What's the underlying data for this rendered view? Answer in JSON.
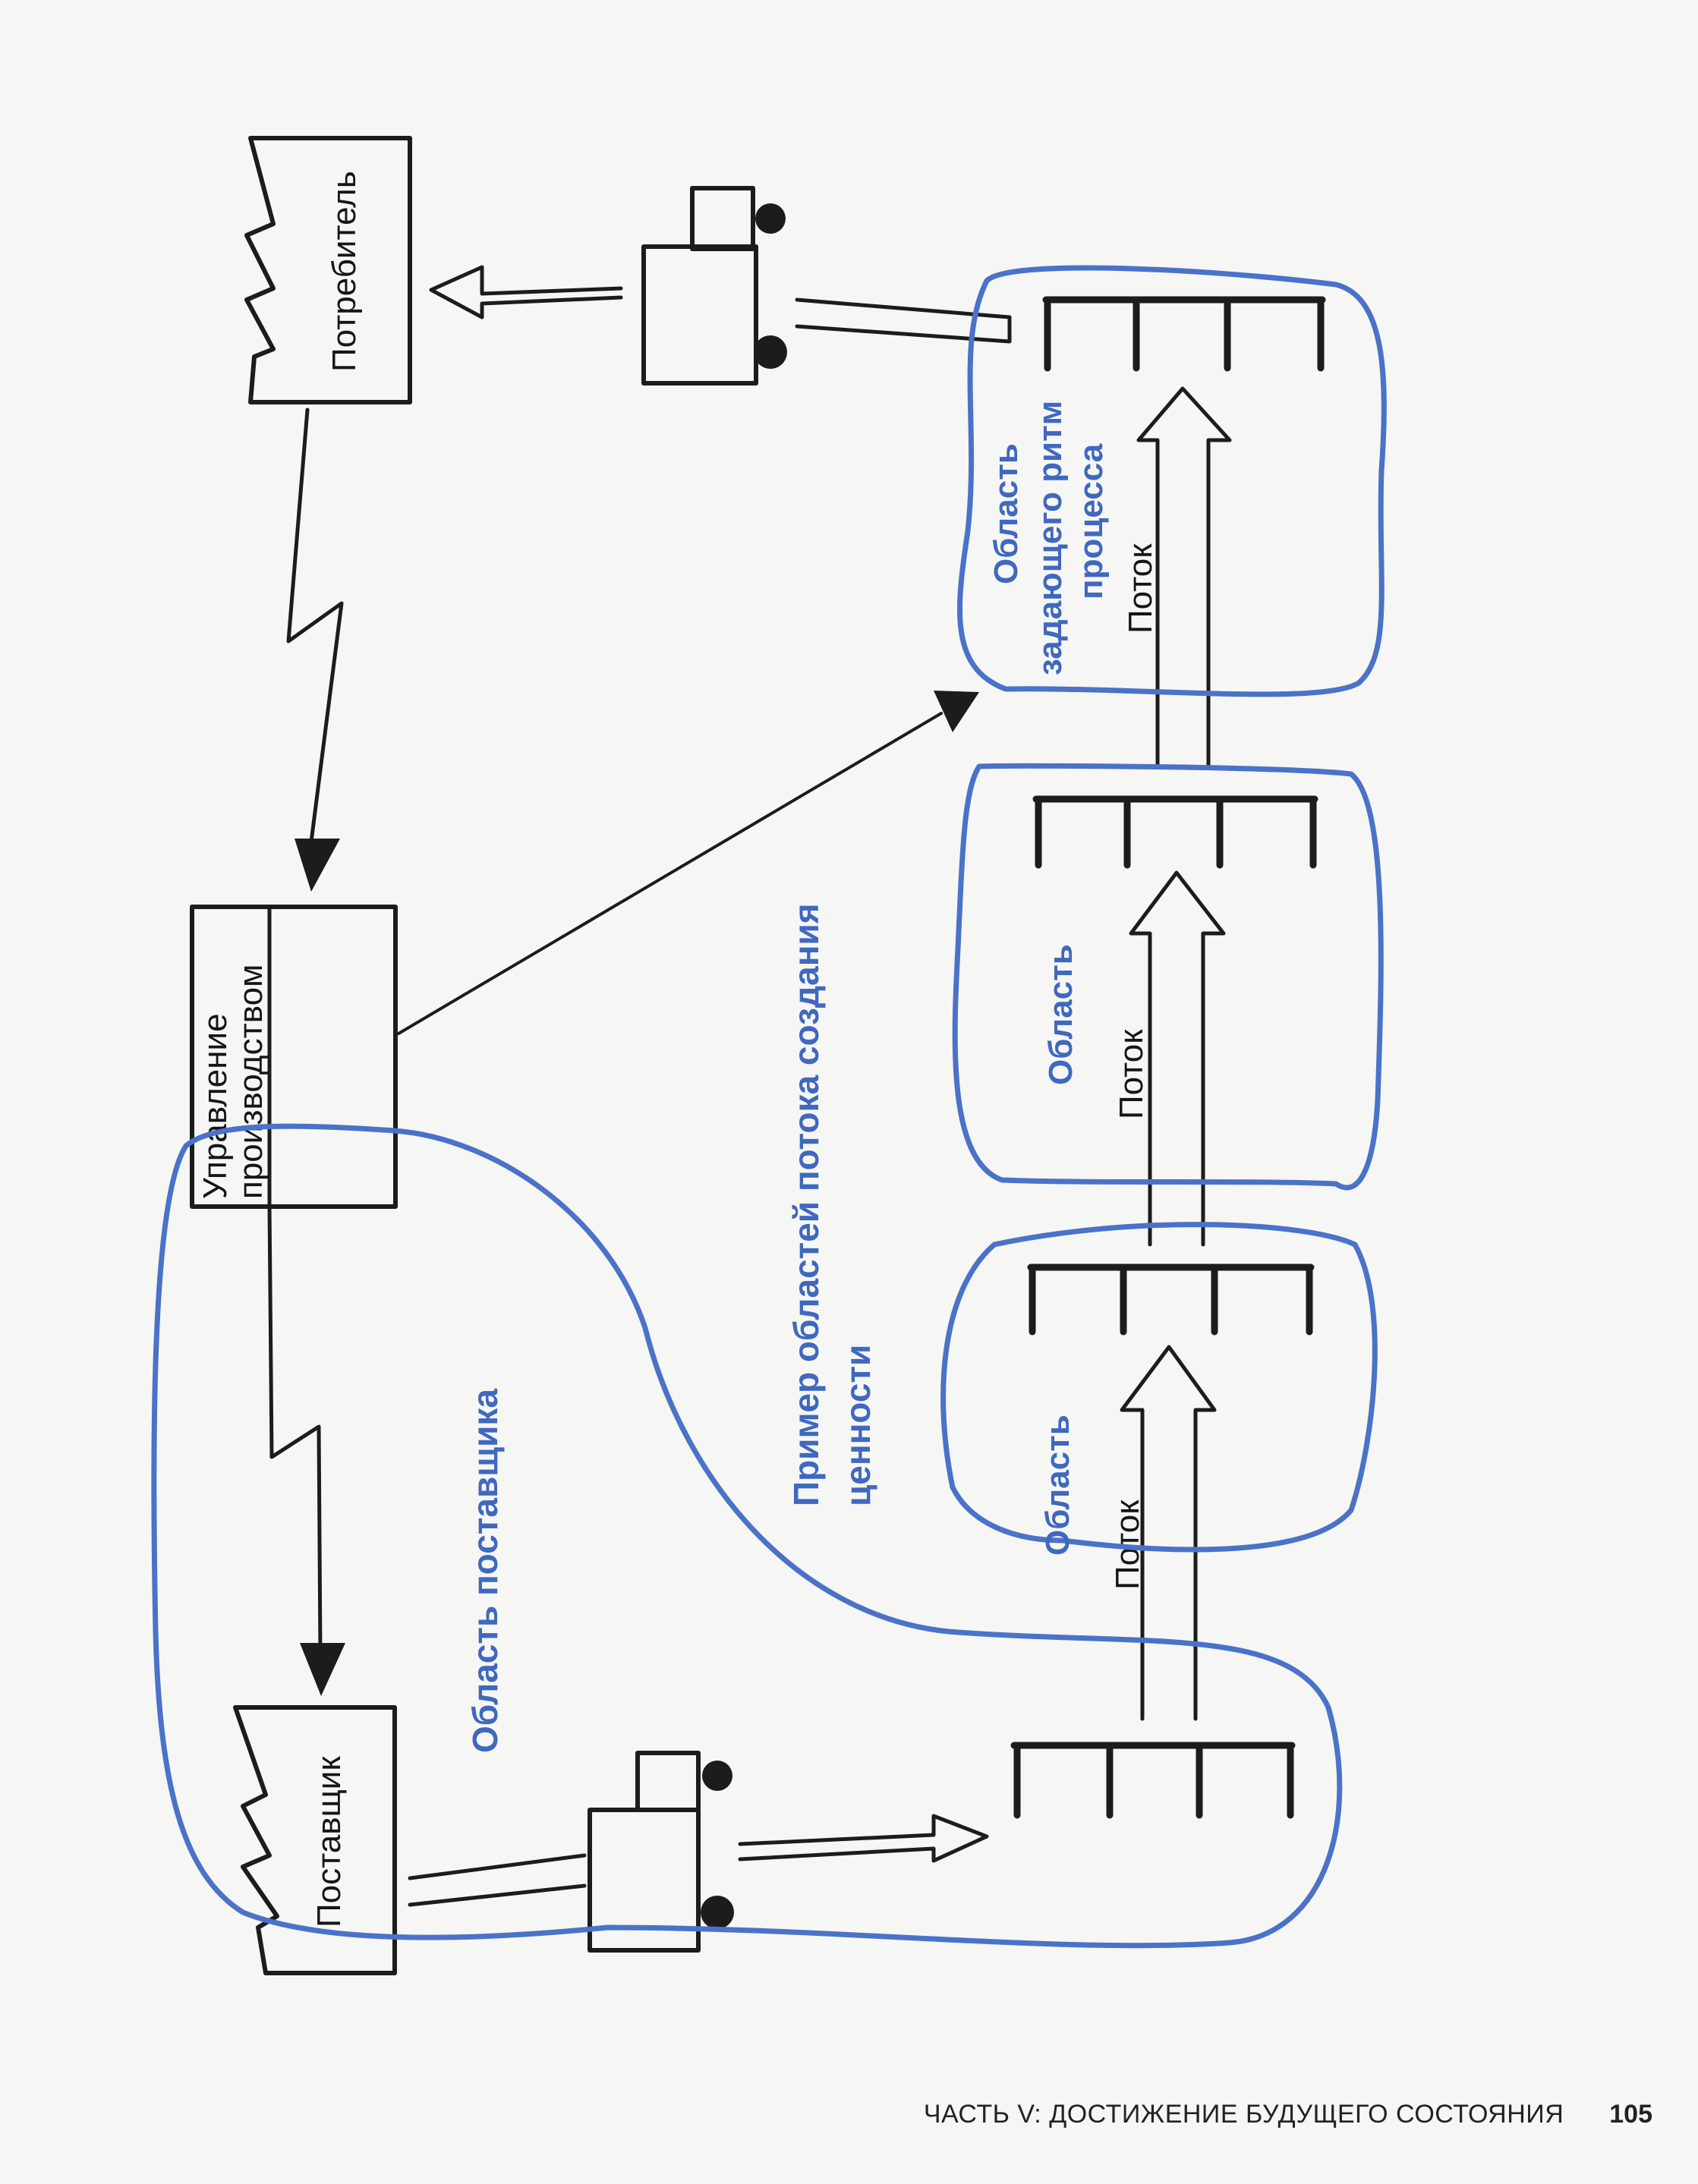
{
  "diagram": {
    "nodes": {
      "customer": "Потребитель",
      "production_control": {
        "line1": "Управление",
        "line2": "производством"
      },
      "supplier": "Поставщик"
    },
    "flow_label": "Поток",
    "areas": {
      "pacemaker": {
        "line1": "Область",
        "line2": "задающего ритм",
        "line3": "процесса"
      },
      "middle": "Область",
      "lower": "Область",
      "supplier": "Область поставщика"
    },
    "caption": {
      "line1": "Пример областей потока создания",
      "line2": "ценности"
    }
  },
  "footer": {
    "section": "ЧАСТЬ V: ДОСТИЖЕНИЕ БУДУЩЕГО СОСТОЯНИЯ",
    "page_number": "105"
  },
  "colors": {
    "ink": "#1c1c1c",
    "blue_marker": "#4a72c8",
    "blue_text": "#3f68bf",
    "paper": "#f6f6f4"
  }
}
